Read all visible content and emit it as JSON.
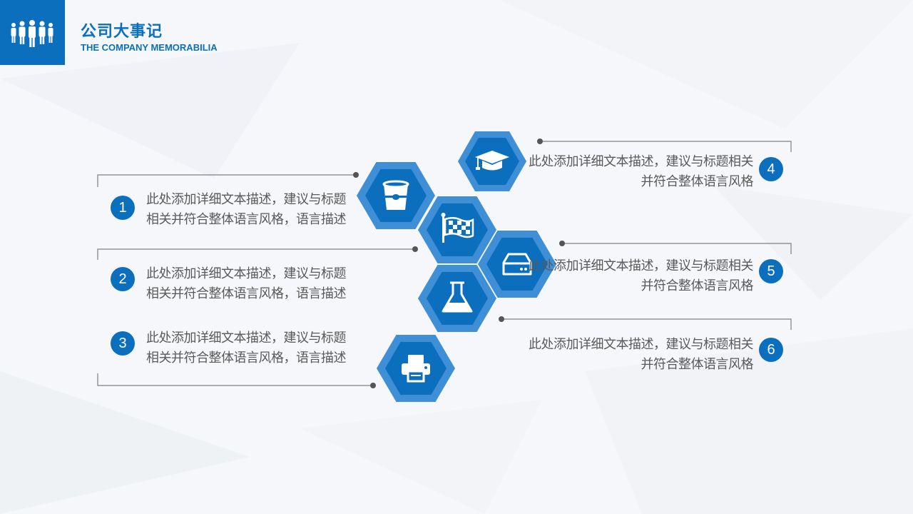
{
  "header": {
    "title": "公司大事记",
    "subtitle": "THE COMPANY MEMORABILIA",
    "logo_icon": "people-group-icon"
  },
  "colors": {
    "accent": "#0b6fbe",
    "hex_outer": "#3f8fd6",
    "hex_inner": "#0b6fbe",
    "line": "#7f7f7f",
    "text": "#595959"
  },
  "items": [
    {
      "number": "1",
      "text": "此处添加详细文本描述，建议与标题相关并符合整体语言风格，语言描述",
      "icon": "bucket-icon"
    },
    {
      "number": "2",
      "text": "此处添加详细文本描述，建议与标题相关并符合整体语言风格，语言描述",
      "icon": "flag-icon"
    },
    {
      "number": "3",
      "text": "此处添加详细文本描述，建议与标题相关并符合整体语言风格，语言描述",
      "icon": "flask-icon"
    },
    {
      "number": "4",
      "text": "此处添加详细文本描述，建议与标题相关并符合整体语言风格",
      "icon": "graduation-cap-icon"
    },
    {
      "number": "5",
      "text": "此处添加详细文本描述，建议与标题相关并符合整体语言风格",
      "icon": "hard-drive-icon"
    },
    {
      "number": "6",
      "text": "此处添加详细文本描述，建议与标题相关并符合整体语言风格",
      "icon": "printer-icon"
    }
  ]
}
